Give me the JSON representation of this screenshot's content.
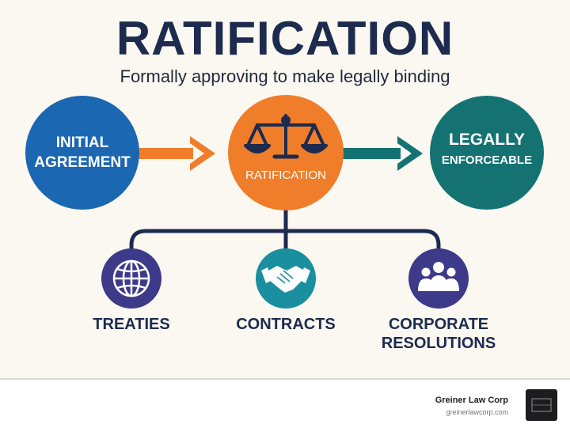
{
  "title": "RATIFICATION",
  "subtitle": "Formally approving to make legally binding",
  "flow": {
    "left": {
      "line1": "INITIAL",
      "line2": "AGREEMENT",
      "color": "#1c67b1"
    },
    "center": {
      "label": "RATIFICATION",
      "icon": "scales-of-justice-icon",
      "color": "#f07d2a"
    },
    "right": {
      "line1": "LEGALLY",
      "line2": "ENFORCEABLE",
      "color": "#157273"
    },
    "arrow_left_color": "#f07d2a",
    "arrow_right_color": "#157273"
  },
  "branches": [
    {
      "label_lines": [
        "TREATIES"
      ],
      "icon": "globe-icon",
      "color": "#3e3a8a"
    },
    {
      "label_lines": [
        "CONTRACTS"
      ],
      "icon": "handshake-icon",
      "color": "#1a8fa0"
    },
    {
      "label_lines": [
        "CORPORATE",
        "RESOLUTIONS"
      ],
      "icon": "people-group-icon",
      "color": "#3e3a8a"
    }
  ],
  "footer": {
    "brand": "Greiner Law Corp",
    "url": "greinerlawcorp.com"
  }
}
